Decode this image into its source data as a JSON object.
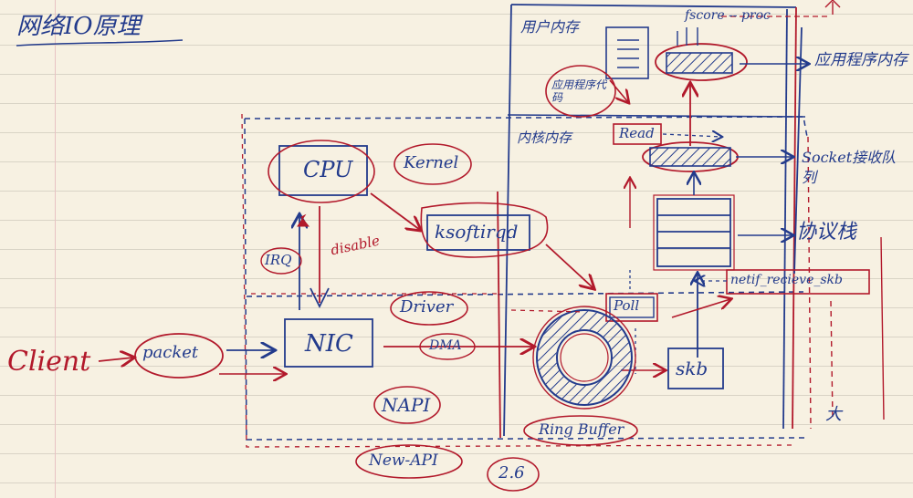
{
  "title": "网络IO原理",
  "labels": {
    "user_space": "用户内存",
    "app_code": "应用程序代码",
    "kernel_space": "内核内存",
    "read": "Read",
    "app_memory": "应用程序内存",
    "socket_queue": "Socket接收队列",
    "protocol_stack": "协议栈",
    "netif": "netif_recieve_skb",
    "poll": "Poll",
    "skb": "skb",
    "ring_buffer": "Ring Buffer",
    "cpu": "CPU",
    "kernel": "Kernel",
    "ksoftirqd": "ksoftirqd",
    "irq": "IRQ",
    "disable": "disable",
    "nic": "NIC",
    "driver": "Driver",
    "dma": "DMA",
    "napi": "NAPI",
    "new_api": "New-API",
    "version": "2.6",
    "client": "Client",
    "packet": "packet",
    "top_note": "fscore -- proc",
    "corner_mark": "大"
  },
  "colors": {
    "blue_ink": "#233b8c",
    "red_ink": "#b2192b",
    "paper": "#f7f1e2",
    "rule": "#d9d4c6"
  }
}
